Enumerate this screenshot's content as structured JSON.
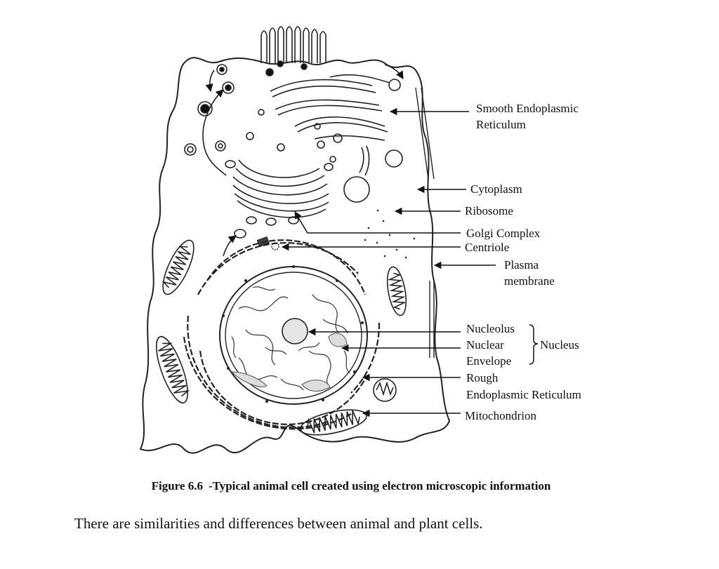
{
  "labels": {
    "smooth_er_1": "Smooth Endoplasmic",
    "smooth_er_2": "Reticulum",
    "cytoplasm": "Cytoplasm",
    "ribosome": "Ribosome",
    "golgi": "Golgi Complex",
    "centriole": "Centriole",
    "plasma_1": "Plasma",
    "plasma_2": "membrane",
    "nucleolus": "Nucleolus",
    "nuclear": "Nuclear",
    "envelope": "Envelope",
    "nucleus": "Nucleus",
    "rough_1": "Rough",
    "rough_2": "Endoplasmic Reticulum",
    "mitochondrion": "Mitochondrion"
  },
  "caption": {
    "number": "Figure 6.6",
    "text": "-Typical animal cell created using electron microscopic information"
  },
  "body_text": "There are similarities and differences between animal and plant cells."
}
